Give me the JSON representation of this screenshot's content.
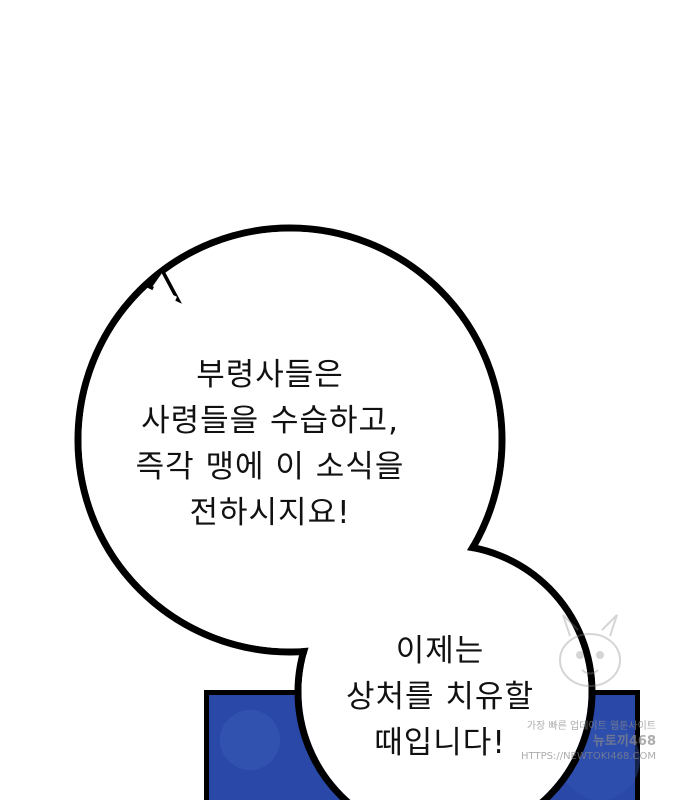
{
  "bubble_1": {
    "lines": [
      "부령사들은",
      "사령들을 수습하고,",
      "즉각 맹에 이 소식을",
      "전하시지요!"
    ]
  },
  "bubble_2": {
    "lines": [
      "이제는",
      "상처를 치유할",
      "때입니다!"
    ]
  },
  "watermark": {
    "line1": "가장 빠른 업데이트 웹툰사이트",
    "line2": "뉴토끼468",
    "line3": "HTTPS://NEWTOKI468.COM"
  },
  "colors": {
    "background": "#ffffff",
    "panel_blue": "#2f4fb0",
    "bubble_outline": "#000000",
    "text": "#111111"
  }
}
